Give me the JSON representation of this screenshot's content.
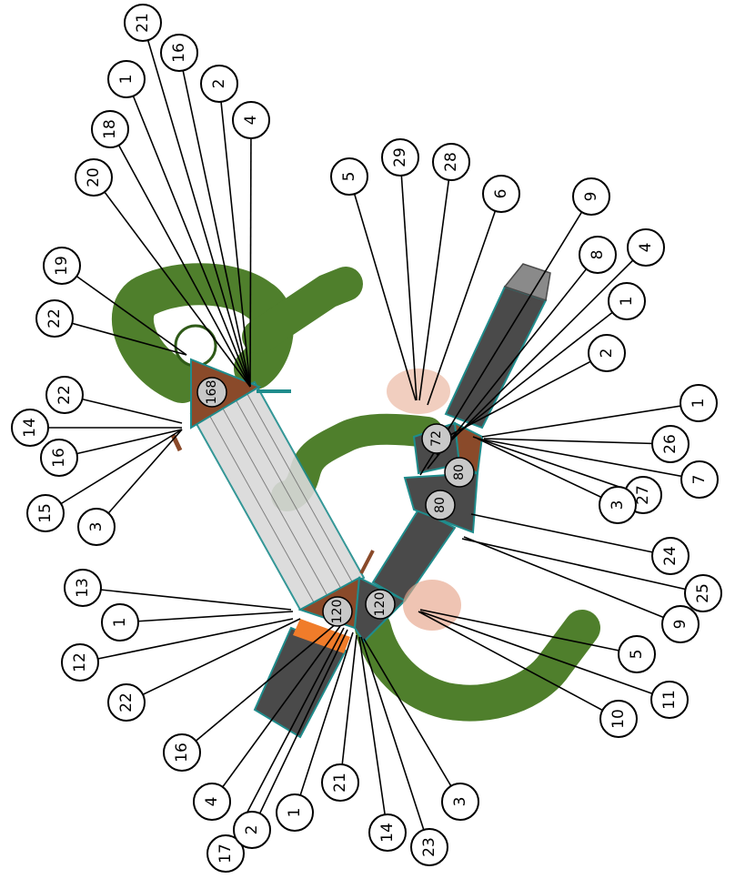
{
  "colors": {
    "slide_green": "#4f7f2c",
    "slide_green_dark": "#2f5a18",
    "deck_gray": "#4a4a4a",
    "deck_brown": "#8a4a2a",
    "frame_teal": "#1f8c8c",
    "accent_orange": "#f07c2a",
    "roof_pink": "#e6a58a",
    "badge_gray": "#c8c8c8"
  },
  "deck_heights": [
    "168",
    "120",
    "120",
    "72",
    "80",
    "80"
  ],
  "callout_labels": [
    "21",
    "16",
    "1",
    "2",
    "18",
    "4",
    "20",
    "19",
    "22",
    "22",
    "14",
    "16",
    "15",
    "3",
    "5",
    "29",
    "28",
    "6",
    "9",
    "8",
    "4",
    "1",
    "2",
    "1",
    "26",
    "7",
    "27",
    "3",
    "24",
    "25",
    "9",
    "5",
    "11",
    "10",
    "13",
    "1",
    "12",
    "22",
    "16",
    "4",
    "17",
    "2",
    "1",
    "21",
    "14",
    "23",
    "3"
  ]
}
